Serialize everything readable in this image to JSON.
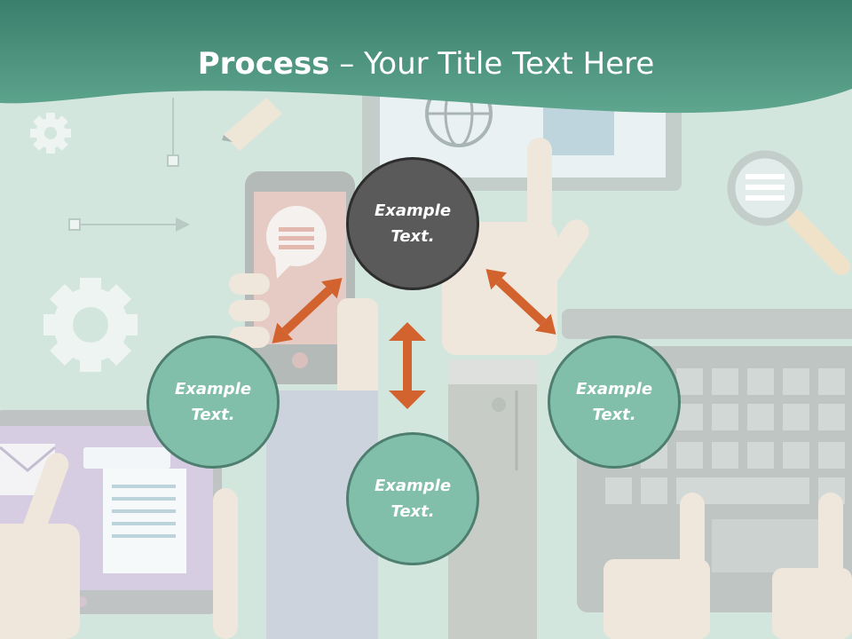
{
  "slide": {
    "title_bold": "Process",
    "title_rest": " – Your Title Text Here",
    "colors": {
      "banner": "#3d8b73",
      "node_dark": "#5a5a5a",
      "node_teal": "#82bfaa",
      "arrow": "#d2632e"
    }
  },
  "nodes": {
    "top": {
      "line1": "Example",
      "line2": "Text."
    },
    "left": {
      "line1": "Example",
      "line2": "Text."
    },
    "right": {
      "line1": "Example",
      "line2": "Text."
    },
    "bottom": {
      "line1": "Example",
      "line2": "Text."
    }
  }
}
